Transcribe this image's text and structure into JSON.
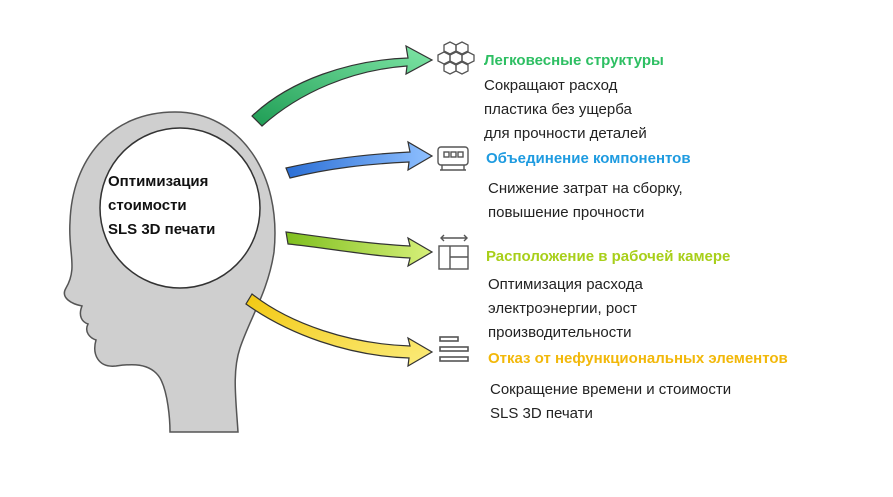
{
  "center": {
    "lines": [
      "Оптимизация",
      "стоимости",
      "SLS 3D печати"
    ]
  },
  "colors": {
    "head": "#cfcfcf",
    "head_stroke": "#555555",
    "item1": "#2ecc71",
    "item2": "#1e90ff",
    "item3": "#9acd32",
    "item4": "#f1c40f"
  },
  "items": [
    {
      "title": "Легковесные структуры",
      "icon": "honeycomb-icon",
      "description": [
        "Сокращают расход",
        "пластика без ущерба",
        "для прочности деталей"
      ]
    },
    {
      "title": "Объединение компонентов",
      "icon": "component-assembly-icon",
      "description": [
        "Снижение затрат на сборку,",
        "повышение прочности"
      ]
    },
    {
      "title": "Расположение в рабочей камере",
      "icon": "layout-grid-icon",
      "description": [
        "Оптимизация расхода",
        "электроэнергии, рост",
        "производительности"
      ]
    },
    {
      "title": "Отказ от нефункциональных элементов",
      "icon": "list-lines-icon",
      "description": [
        "Сокращение времени и стоимости",
        "SLS 3D печати"
      ]
    }
  ]
}
